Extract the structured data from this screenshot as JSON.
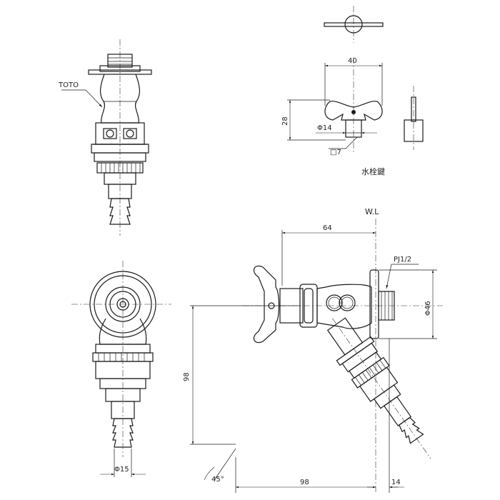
{
  "labels": {
    "maker": "TOTO",
    "key_caption": "水栓鍵",
    "water_line": "W.L",
    "thread": "PJ1/2"
  },
  "dimensions": {
    "key_width": "40",
    "key_height": "28",
    "key_shaft_dia": "Φ14",
    "key_square": "□7",
    "body_length": "64",
    "flange_dia": "Φ46",
    "drop_height": "98",
    "hose_dia": "Φ15",
    "angle": "45°",
    "reach": "98",
    "flange_thickness": "14"
  }
}
